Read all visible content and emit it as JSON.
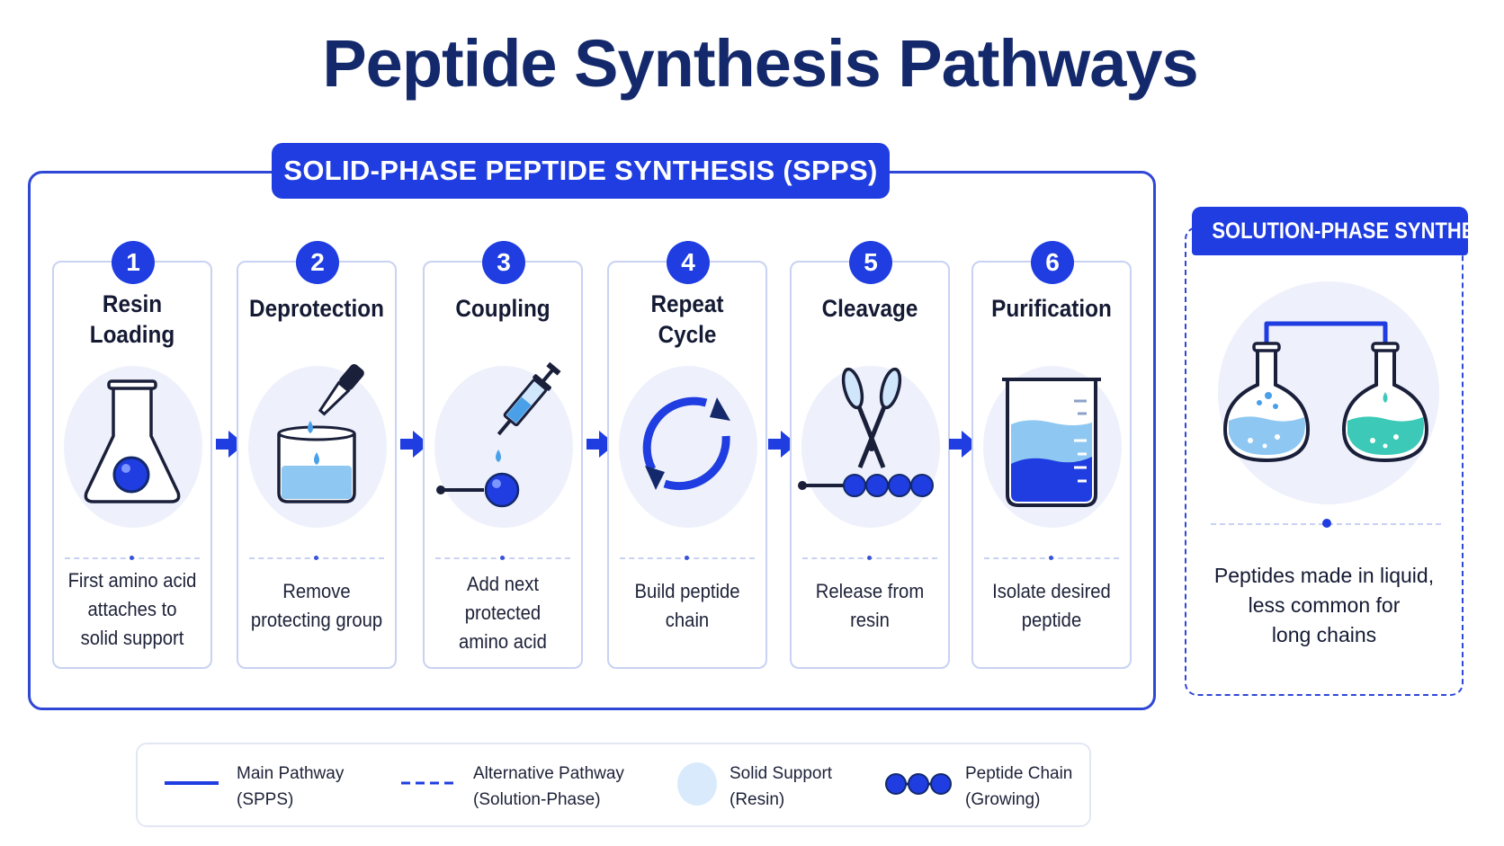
{
  "title": "Peptide Synthesis Pathways",
  "spps": {
    "header": "SOLID-PHASE PEPTIDE SYNTHESIS (SPPS)",
    "steps": [
      {
        "num": "1",
        "title": [
          "Resin",
          "Loading"
        ],
        "desc": [
          "First amino acid",
          "attaches to",
          "solid support"
        ],
        "icon": "flask-resin-icon"
      },
      {
        "num": "2",
        "title": [
          "Deprotection"
        ],
        "desc": [
          "Remove",
          "protecting group"
        ],
        "icon": "dropper-beaker-icon"
      },
      {
        "num": "3",
        "title": [
          "Coupling"
        ],
        "desc": [
          "Add next",
          "protected",
          "amino acid"
        ],
        "icon": "syringe-coupling-icon"
      },
      {
        "num": "4",
        "title": [
          "Repeat",
          "Cycle"
        ],
        "desc": [
          "Build peptide",
          "chain"
        ],
        "icon": "cycle-arrows-icon"
      },
      {
        "num": "5",
        "title": [
          "Cleavage"
        ],
        "desc": [
          "Release from",
          "resin"
        ],
        "icon": "scissors-chain-icon"
      },
      {
        "num": "6",
        "title": [
          "Purification"
        ],
        "desc": [
          "Isolate desired",
          "peptide"
        ],
        "icon": "beaker-liquid-icon"
      }
    ]
  },
  "solution": {
    "header": "SOLUTION-PHASE SYNTHESIS",
    "desc": [
      "Peptides made in liquid,",
      "less common for",
      "long chains"
    ],
    "icon": "connected-flasks-icon"
  },
  "legend": [
    {
      "icon": "solid-line-icon",
      "lines": [
        "Main Pathway",
        "(SPPS)"
      ]
    },
    {
      "icon": "dashed-line-icon",
      "lines": [
        "Alternative Pathway",
        "(Solution-Phase)"
      ]
    },
    {
      "icon": "solid-support-circle-icon",
      "lines": [
        "Solid Support",
        "(Resin)"
      ]
    },
    {
      "icon": "peptide-chain-icon",
      "lines": [
        "Peptide Chain",
        "(Growing)"
      ]
    }
  ],
  "colors": {
    "primary": "#1f3de0",
    "title": "#13296b",
    "card_border": "#c9d2f3",
    "icon_bg": "#eef1fb",
    "liquid_light": "#8ec8f2",
    "liquid_teal": "#3dc9b8"
  }
}
